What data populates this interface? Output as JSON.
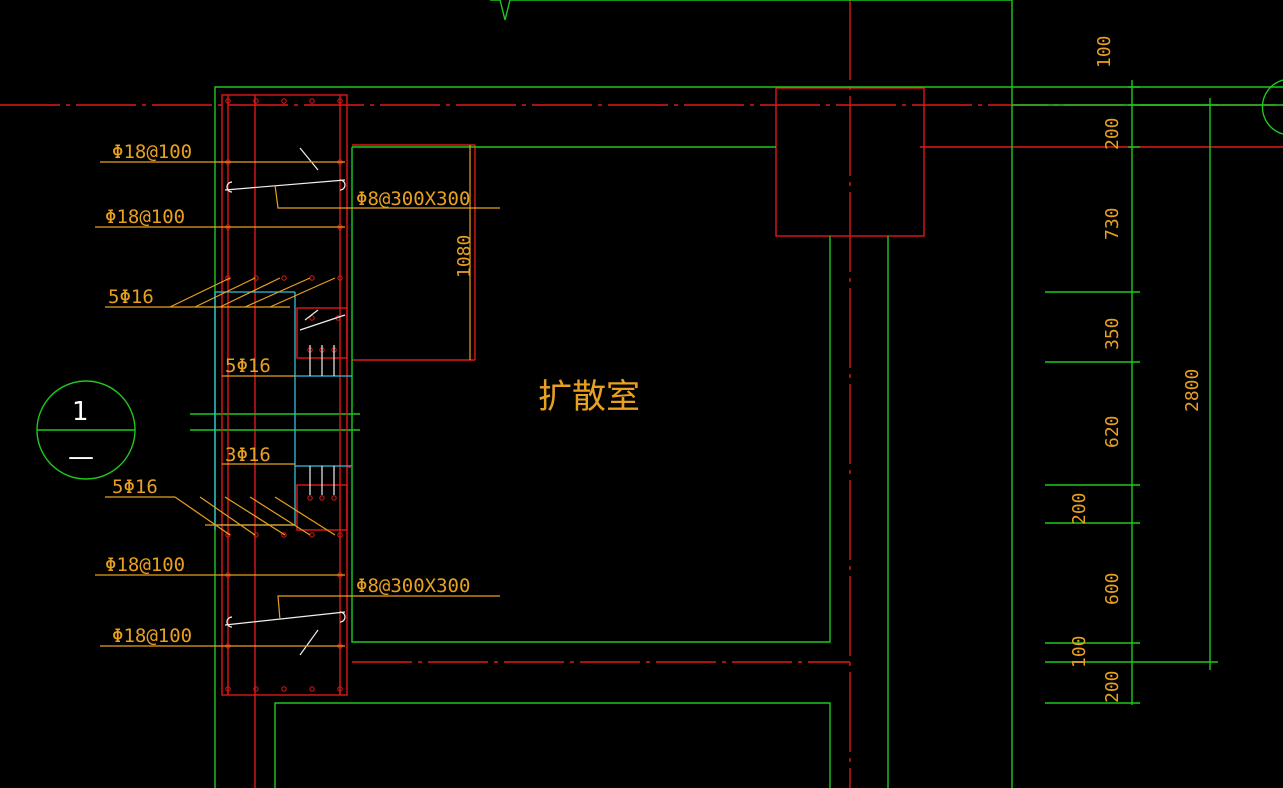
{
  "room_label": "扩散室",
  "section_marker": {
    "top": "1",
    "bottom": "—"
  },
  "rebar_labels": {
    "top_phi18_a": "Φ18@100",
    "top_phi18_b": "Φ18@100",
    "top_tie": "Φ8@300X300",
    "upper_5phi16": "5Φ16",
    "mid_5phi16": "5Φ16",
    "mid_3phi16": "3Φ16",
    "lower_5phi16": "5Φ16",
    "bot_phi18_a": "Φ18@100",
    "bot_tie": "Φ8@300X300",
    "bot_phi18_b": "Φ18@100"
  },
  "opening_height": "1080",
  "dimensions": {
    "d100_top": "100",
    "d200_top": "200",
    "d730": "730",
    "d350": "350",
    "d620": "620",
    "d200_mid": "200",
    "d600": "600",
    "d100_bot": "100",
    "d200_bot": "200",
    "total": "2800"
  },
  "colors": {
    "background": "#000000",
    "wall_outline": "#1ec81e",
    "axis_line": "#e01818",
    "annotation": "#e8a020",
    "rebar": "#f0f0f0",
    "hidden_line": "#30c0e0"
  }
}
